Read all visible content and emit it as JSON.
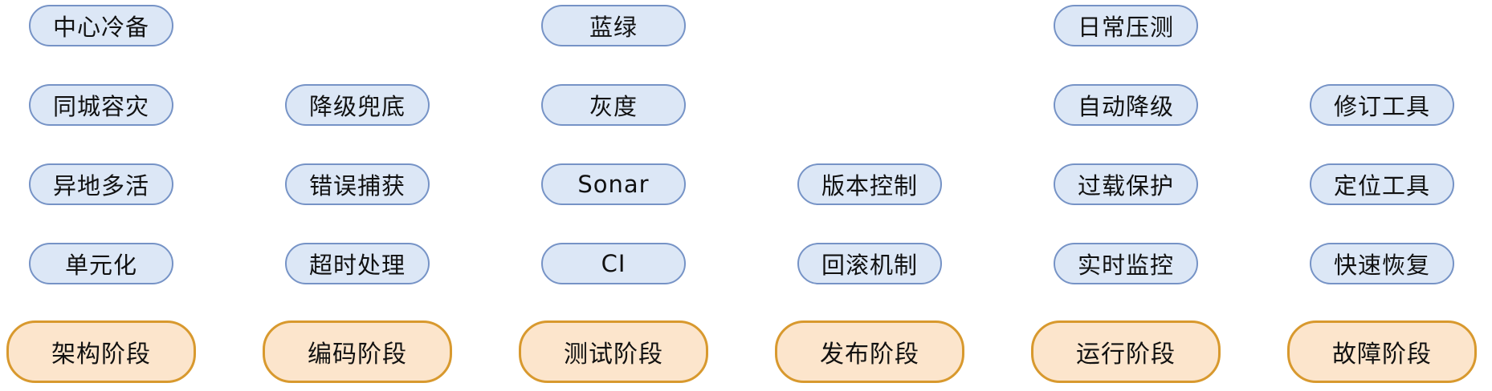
{
  "diagram": {
    "title": "",
    "colors": {
      "item_fill": "#dce7f6",
      "item_border": "#7693c6",
      "phase_fill": "#fce5cc",
      "phase_border": "#d8992e"
    },
    "columns": [
      {
        "phase": {
          "label": "架构阶段"
        },
        "items": [
          {
            "label": "中心冷备",
            "row": 1
          },
          {
            "label": "同城容灾",
            "row": 2
          },
          {
            "label": "异地多活",
            "row": 3
          },
          {
            "label": "单元化",
            "row": 4
          }
        ]
      },
      {
        "phase": {
          "label": "编码阶段"
        },
        "items": [
          {
            "label": "降级兜底",
            "row": 2
          },
          {
            "label": "错误捕获",
            "row": 3
          },
          {
            "label": "超时处理",
            "row": 4
          }
        ]
      },
      {
        "phase": {
          "label": "测试阶段"
        },
        "items": [
          {
            "label": "蓝绿",
            "row": 1
          },
          {
            "label": "灰度",
            "row": 2
          },
          {
            "label": "Sonar",
            "row": 3
          },
          {
            "label": "CI",
            "row": 4
          }
        ]
      },
      {
        "phase": {
          "label": "发布阶段"
        },
        "items": [
          {
            "label": "版本控制",
            "row": 3
          },
          {
            "label": "回滚机制",
            "row": 4
          }
        ]
      },
      {
        "phase": {
          "label": "运行阶段"
        },
        "items": [
          {
            "label": "日常压测",
            "row": 1
          },
          {
            "label": "自动降级",
            "row": 2
          },
          {
            "label": "过载保护",
            "row": 3
          },
          {
            "label": "实时监控",
            "row": 4
          }
        ]
      },
      {
        "phase": {
          "label": "故障阶段"
        },
        "items": [
          {
            "label": "修订工具",
            "row": 2
          },
          {
            "label": "定位工具",
            "row": 3
          },
          {
            "label": "快速恢复",
            "row": 4
          }
        ]
      }
    ]
  }
}
